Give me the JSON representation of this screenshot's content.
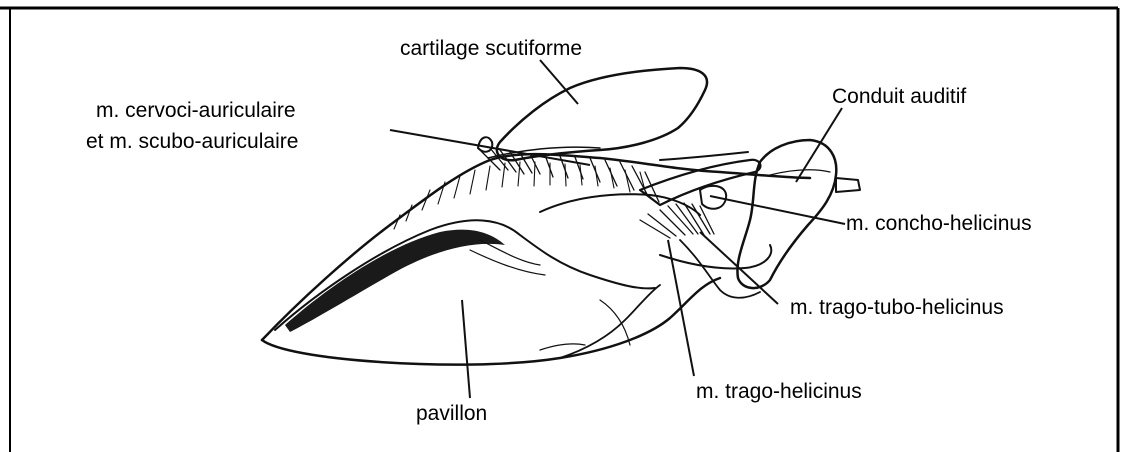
{
  "labels": {
    "cartilage": "cartilage scutiforme",
    "cervoci_line1": "m. cervoci-auriculaire",
    "cervoci_line2": "et m. scubo-auriculaire",
    "conduit": "Conduit auditif",
    "concho": "m. concho-helicinus",
    "trago_tubo": "m. trago-tubo-helicinus",
    "trago_helicinus": "m. trago-helicinus",
    "pavillon": "pavillon"
  },
  "colors": {
    "ink": "#111111",
    "background": "#ffffff",
    "frame": "#000000"
  }
}
